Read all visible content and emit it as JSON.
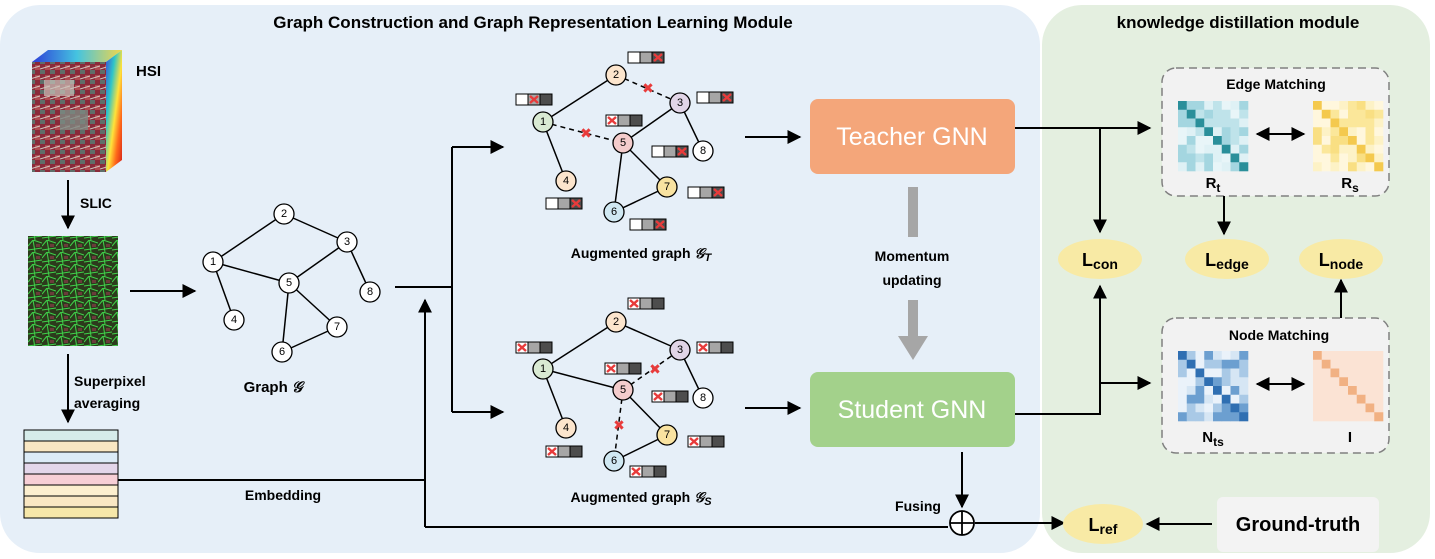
{
  "modules": {
    "left_title": "Graph Construction and Graph Representation Learning Module",
    "right_title": "knowledge distillation module"
  },
  "labels": {
    "hsi": "HSI",
    "slic": "SLIC",
    "superpixel": "Superpixel",
    "averaging": "averaging",
    "embedding": "Embedding",
    "graph": "Graph",
    "graph_symbol": "𝒢",
    "aug_teacher": "Augmented graph",
    "aug_teacher_symbol": "𝒢",
    "aug_teacher_sub": "T",
    "aug_student": "Augmented graph",
    "aug_student_symbol": "𝒢",
    "aug_student_sub": "S",
    "teacher_gnn": "Teacher GNN",
    "student_gnn": "Student GNN",
    "momentum_line1": "Momentum",
    "momentum_line2": "updating",
    "fusing": "Fusing",
    "edge_matching": "Edge Matching",
    "node_matching": "Node Matching",
    "ground_truth": "Ground-truth",
    "R": "R",
    "R_t_sub": "t",
    "R_s_sub": "s",
    "N": "N",
    "N_ts_sub": "ts",
    "I": "I",
    "L": "L",
    "L_con_sub": "con",
    "L_edge_sub": "edge",
    "L_node_sub": "node",
    "L_ref_sub": "ref"
  },
  "graph_nodes": [
    "1",
    "2",
    "3",
    "4",
    "5",
    "6",
    "7",
    "8"
  ],
  "colors": {
    "left_bg": "#e6eff8",
    "right_bg": "#e4efe0",
    "teacher": "#f4a67a",
    "student": "#a3d18b",
    "node1": "#d9ead3",
    "node2": "#fce5cd",
    "node3": "#e1d5e7",
    "node5": "#f4cccc",
    "node6": "#d0e8f2",
    "node7": "#f9e3a1",
    "drop": "#e83b3b"
  }
}
